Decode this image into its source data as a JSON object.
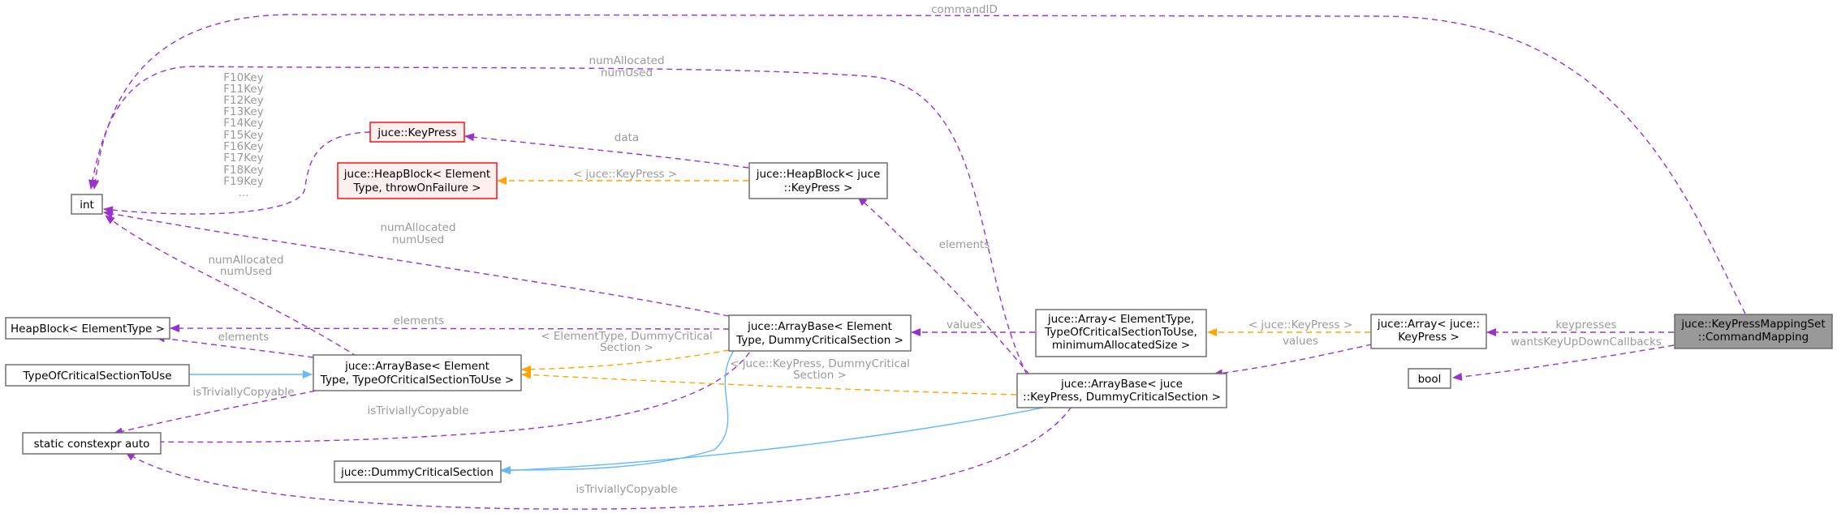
{
  "nodes": {
    "int": "int",
    "keypress": "juce::KeyPress",
    "heapblock_et_line1": "juce::HeapBlock< Element",
    "heapblock_et_line2": "Type, throwOnFailure >",
    "heapblock_kp_line1": "juce::HeapBlock< juce",
    "heapblock_kp_line2": "::KeyPress >",
    "heapblock_generic": "HeapBlock< ElementType >",
    "typeofcs": "TypeOfCriticalSectionToUse",
    "static_constexpr": "static constexpr auto",
    "dummycs": "juce::DummyCriticalSection",
    "arraybase_et_tcs_line1": "juce::ArrayBase< Element",
    "arraybase_et_tcs_line2": "Type, TypeOfCriticalSectionToUse >",
    "arraybase_et_dcs_line1": "juce::ArrayBase< Element",
    "arraybase_et_dcs_line2": "Type, DummyCriticalSection >",
    "array_generic_line1": "juce::Array< ElementType,",
    "array_generic_line2": "TypeOfCriticalSectionToUse,",
    "array_generic_line3": "minimumAllocatedSize >",
    "arraybase_kp_dcs_line1": "juce::ArrayBase< juce",
    "arraybase_kp_dcs_line2": "::KeyPress, DummyCriticalSection >",
    "array_kp_line1": "juce::Array< juce::",
    "array_kp_line2": "KeyPress >",
    "bool": "bool",
    "root_line1": "juce::KeyPressMappingSet",
    "root_line2": "::CommandMapping"
  },
  "edge_labels": {
    "commandID": "commandID",
    "numAllocated": "numAllocated",
    "numUsed": "numUsed",
    "fkeys": [
      "F10Key",
      "F11Key",
      "F12Key",
      "F13Key",
      "F14Key",
      "F15Key",
      "F16Key",
      "F17Key",
      "F18Key",
      "F19Key",
      "..."
    ],
    "data": "data",
    "tpl_keypress": "< juce::KeyPress >",
    "elements": "elements",
    "isTriviallyCopyable": "isTriviallyCopyable",
    "values": "values",
    "tpl_et_dcs_line1": "< ElementType, DummyCritical",
    "tpl_et_dcs_line2": "Section >",
    "tpl_kp_dcs_line1": "< juce::KeyPress, DummyCritical",
    "tpl_kp_dcs_line2": "Section >",
    "keypresses": "keypresses",
    "wantsKeyUpDownCallbacks": "wantsKeyUpDownCallbacks"
  },
  "colors": {
    "member_edge": "#9a32cd",
    "template_edge": "#ffa500",
    "inheritance_edge": "#63b8ff",
    "root_fill": "#999999",
    "missing_node_border": "#ff0000"
  }
}
